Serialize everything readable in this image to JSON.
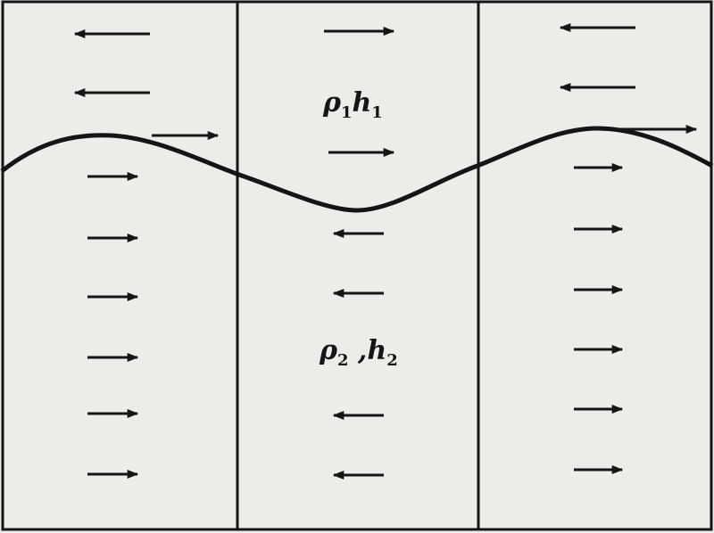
{
  "colors": {
    "ink": "#151515",
    "paper": "#ecece9"
  },
  "layers": {
    "upper": {
      "density_symbol": "ρ",
      "density_sub": "1",
      "separator": "",
      "height_symbol": "h",
      "height_sub": "1"
    },
    "lower": {
      "density_symbol": "ρ",
      "density_sub": "2",
      "separator": " ,",
      "height_symbol": "h",
      "height_sub": "2"
    }
  },
  "flow": {
    "columns": [
      {
        "upper": [
          "left",
          "left"
        ],
        "interface": "right",
        "lower": [
          "right",
          "right",
          "right",
          "right",
          "right",
          "right"
        ]
      },
      {
        "upper": [
          "right"
        ],
        "interface": "right",
        "lower": [
          "left",
          "left",
          "left",
          "left"
        ]
      },
      {
        "upper": [
          "left",
          "left"
        ],
        "interface": "right",
        "lower": [
          "right",
          "right",
          "right",
          "right",
          "right",
          "right"
        ]
      }
    ]
  }
}
